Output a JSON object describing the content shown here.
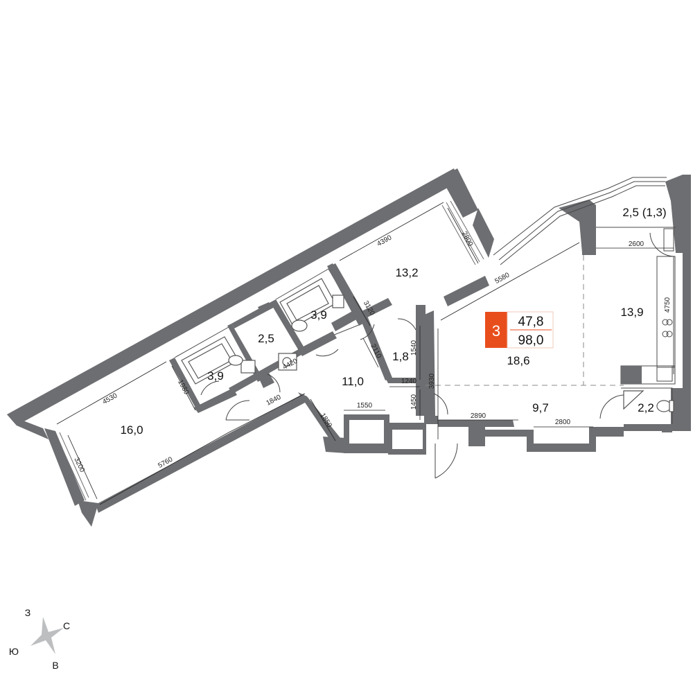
{
  "badge": {
    "rooms_count": "3",
    "living_area": "47,8",
    "total_area": "98,0",
    "accent_color": "#e84e1b"
  },
  "rooms": [
    {
      "id": "bedroom-left",
      "label": "16,0"
    },
    {
      "id": "bathroom-1",
      "label": "3,9"
    },
    {
      "id": "wc-storage",
      "label": "2,5"
    },
    {
      "id": "bathroom-2",
      "label": "3,9"
    },
    {
      "id": "bedroom-top",
      "label": "13,2"
    },
    {
      "id": "hall",
      "label": "11,0"
    },
    {
      "id": "closet",
      "label": "1,8"
    },
    {
      "id": "living-room",
      "label": "18,6"
    },
    {
      "id": "kitchen",
      "label": "13,9"
    },
    {
      "id": "balcony",
      "label": "2,5 (1,3)"
    },
    {
      "id": "entry-hall",
      "label": "9,7"
    },
    {
      "id": "guest-wc",
      "label": "2,2"
    }
  ],
  "dimensions": [
    {
      "id": "d4530",
      "label": "4530"
    },
    {
      "id": "d1980",
      "label": "1980"
    },
    {
      "id": "d3200",
      "label": "3200"
    },
    {
      "id": "d5760",
      "label": "5760"
    },
    {
      "id": "d1840",
      "label": "1840"
    },
    {
      "id": "d1850",
      "label": "1850"
    },
    {
      "id": "d1550",
      "label": "1550"
    },
    {
      "id": "d4420",
      "label": "4420"
    },
    {
      "id": "d4390",
      "label": "4390"
    },
    {
      "id": "d2800a",
      "label": "2800"
    },
    {
      "id": "d3120",
      "label": "3120"
    },
    {
      "id": "d2110",
      "label": "2110"
    },
    {
      "id": "d1540",
      "label": "1540"
    },
    {
      "id": "d1240",
      "label": "1240"
    },
    {
      "id": "d1450",
      "label": "1450"
    },
    {
      "id": "d3930",
      "label": "3930"
    },
    {
      "id": "d5580",
      "label": "5580"
    },
    {
      "id": "d2600",
      "label": "2600"
    },
    {
      "id": "d4750",
      "label": "4750"
    },
    {
      "id": "d2890",
      "label": "2890"
    },
    {
      "id": "d2800b",
      "label": "2800"
    }
  ],
  "compass": {
    "west": "З",
    "north": "С",
    "south": "Ю",
    "east": "В"
  }
}
